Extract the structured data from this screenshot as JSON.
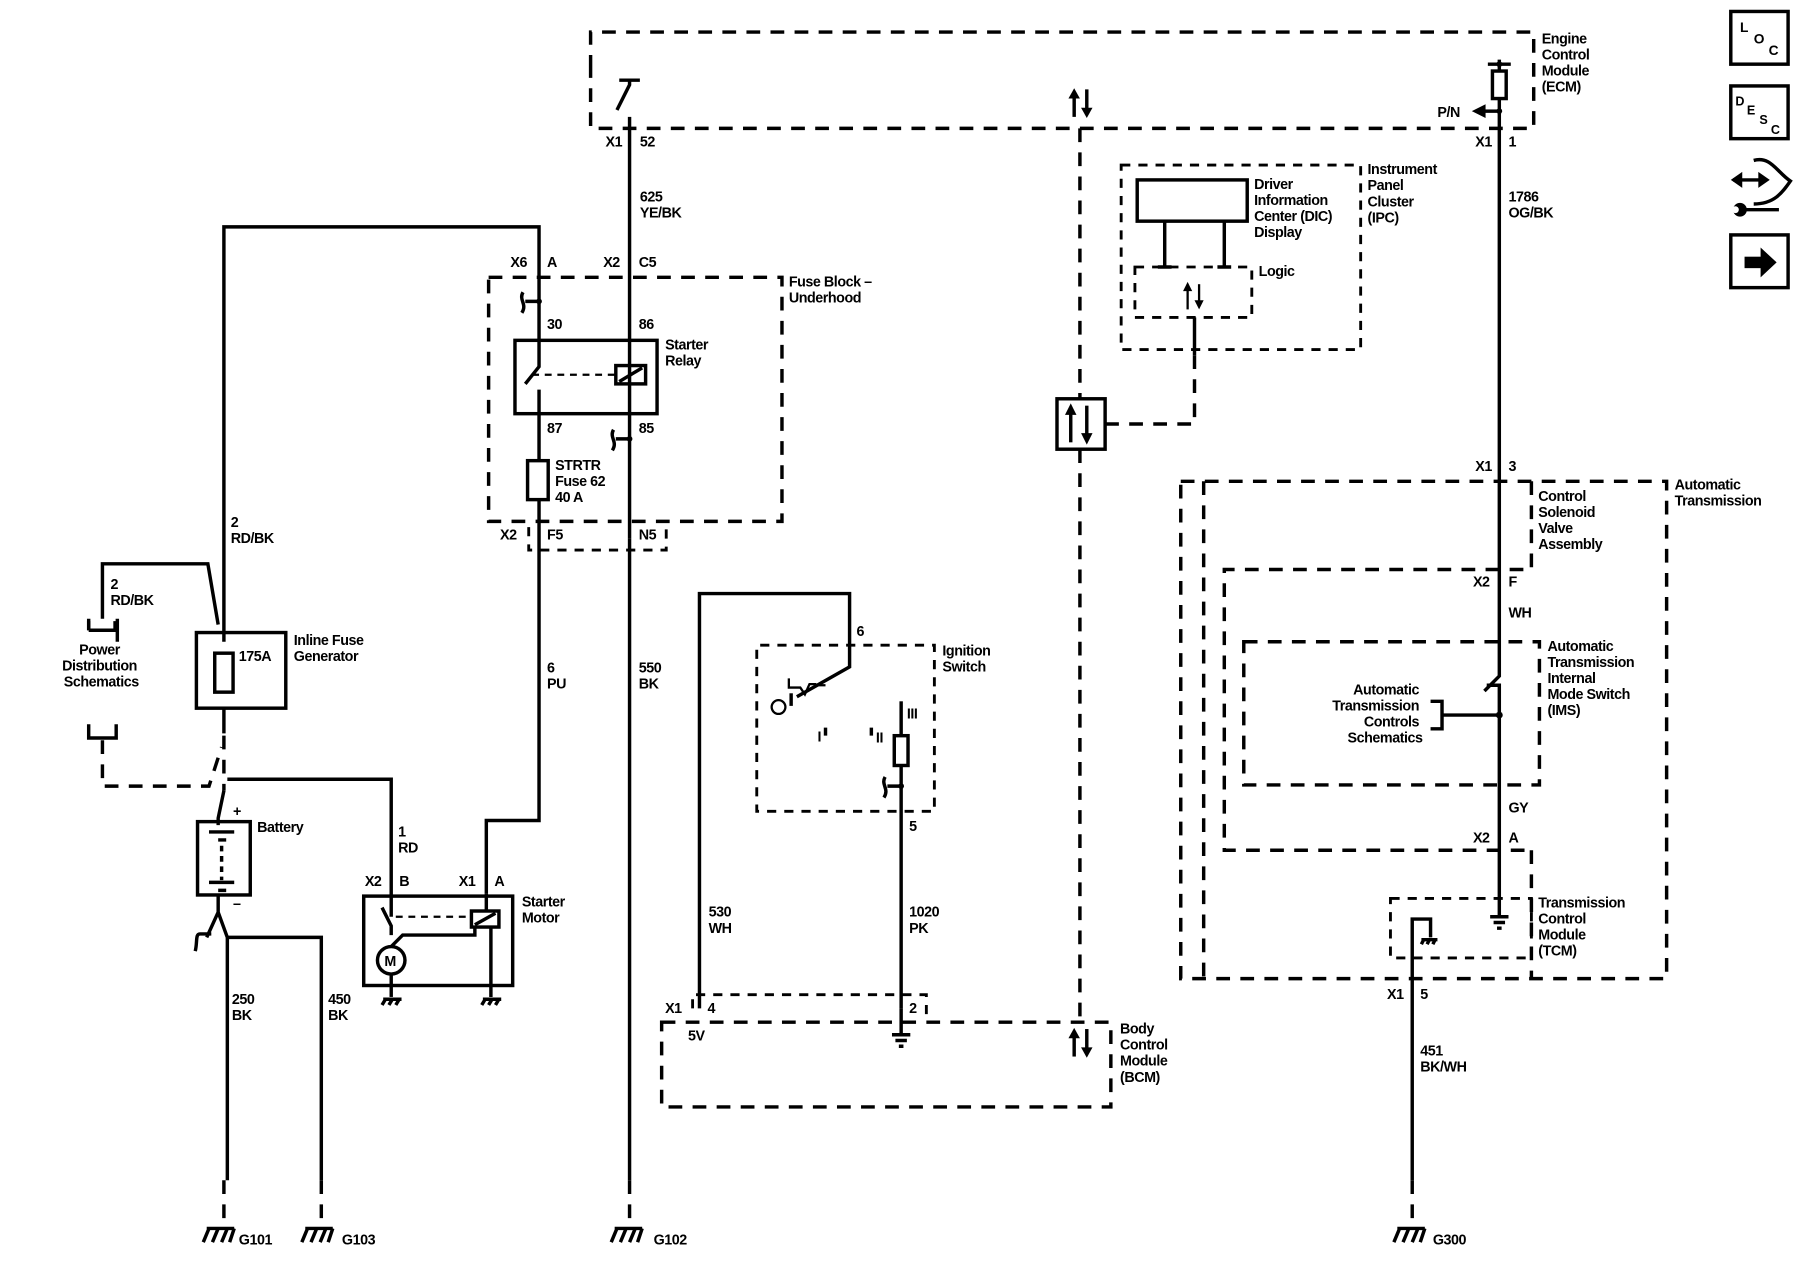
{
  "title": "Starting and Charging Wiring Schematic",
  "nav_icons": [
    {
      "name": "location-icon",
      "letters": [
        "L",
        "O",
        "C"
      ]
    },
    {
      "name": "description-icon",
      "letters": [
        "D",
        "E",
        "S",
        "C"
      ]
    },
    {
      "name": "connector-repair-icon"
    },
    {
      "name": "next-page-icon"
    }
  ],
  "components": {
    "ecm": [
      "Engine",
      "Control",
      "Module",
      "(ECM)"
    ],
    "fuse_block": [
      "Fuse Block –",
      "Underhood"
    ],
    "starter_relay": [
      "Starter",
      "Relay"
    ],
    "strtr_fuse": [
      "STRTR",
      "Fuse 62",
      "40 A"
    ],
    "inline_fuse": [
      "Inline Fuse",
      "Generator"
    ],
    "inline_fuse_rating": "175A",
    "power_dist": [
      "Power",
      "Distribution",
      "Schematics"
    ],
    "battery": "Battery",
    "battery_plus": "+",
    "battery_minus": "–",
    "starter_motor": [
      "Starter",
      "Motor"
    ],
    "motor_symbol": "M",
    "ignition_switch": [
      "Ignition",
      "Switch"
    ],
    "ign_positions": [
      "I",
      "II",
      "III"
    ],
    "bcm": [
      "Body",
      "Control",
      "Module",
      "(BCM)"
    ],
    "bcm_5v": "5V",
    "ipc": [
      "Instrument",
      "Panel",
      "Cluster",
      "(IPC)"
    ],
    "dic": [
      "Driver",
      "Information",
      "Center (DIC)",
      "Display"
    ],
    "logic": "Logic",
    "auto_trans": [
      "Automatic",
      "Transmission"
    ],
    "csva": [
      "Control",
      "Solenoid",
      "Valve",
      "Assembly"
    ],
    "ims": [
      "Automatic",
      "Transmission",
      "Internal",
      "Mode Switch",
      "(IMS)"
    ],
    "atcs": [
      "Automatic",
      "Transmission",
      "Controls",
      "Schematics"
    ],
    "tcm": [
      "Transmission",
      "Control",
      "Module",
      "(TCM)"
    ],
    "pn": "P/N"
  },
  "connectors": {
    "ecm_x1": "X1",
    "ecm_52": "52",
    "x6": "X6",
    "x6_a": "A",
    "x2": "X2",
    "x2_c5": "C5",
    "relay_30": "30",
    "relay_86": "86",
    "relay_87": "87",
    "relay_85": "85",
    "fb_x2": "X2",
    "f5": "F5",
    "n5": "N5",
    "sm_x2": "X2",
    "sm_b": "B",
    "sm_x1": "X1",
    "sm_a": "A",
    "ign_6": "6",
    "ign_5": "5",
    "bcm_x1": "X1",
    "bcm_4": "4",
    "bcm_2": "2",
    "ecm_r_x1": "X1",
    "ecm_r_1": "1",
    "at_x1": "X1",
    "at_3": "3",
    "at_x2": "X2",
    "at_f": "F",
    "tcm_x2": "X2",
    "tcm_a": "A",
    "tcm_x1": "X1",
    "tcm_5": "5"
  },
  "wires": {
    "w625": [
      "625",
      "YE/BK"
    ],
    "w2a": [
      "2",
      "RD/BK"
    ],
    "w2b": [
      "2",
      "RD/BK"
    ],
    "w6": [
      "6",
      "PU"
    ],
    "w550": [
      "550",
      "BK"
    ],
    "w1": [
      "1",
      "RD"
    ],
    "w250": [
      "250",
      "BK"
    ],
    "w450": [
      "450",
      "BK"
    ],
    "w530": [
      "530",
      "WH"
    ],
    "w1020": [
      "1020",
      "PK"
    ],
    "w1786": [
      "1786",
      "OG/BK"
    ],
    "wh": "WH",
    "gy": "GY",
    "w451": [
      "451",
      "BK/WH"
    ]
  },
  "grounds": [
    "G101",
    "G103",
    "G102",
    "G300"
  ]
}
